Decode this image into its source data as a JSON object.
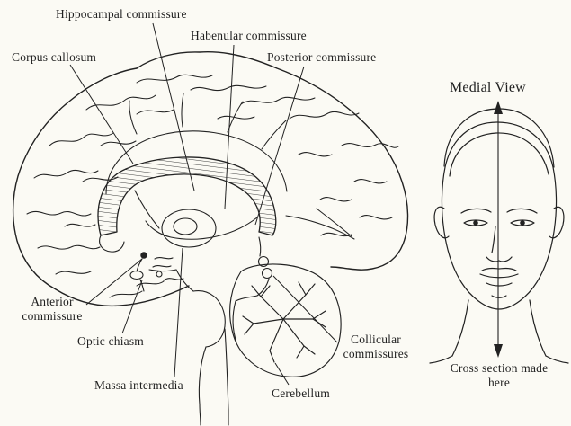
{
  "labels": {
    "hippocampal": "Hippocampal commissure",
    "habenular": "Habenular commissure",
    "posterior": "Posterior commissure",
    "corpus_callosum": "Corpus callosum",
    "anterior_commissure": "Anterior commissure",
    "optic_chiasm": "Optic chiasm",
    "massa_intermedia": "Massa intermedia",
    "cerebellum": "Cerebellum",
    "collicular_commissures": "Collicular commissures"
  },
  "side_view": {
    "title": "Medial View",
    "caption": "Cross section made here"
  },
  "colors": {
    "ink": "#1f1f1f",
    "paper": "#fbfaf4"
  }
}
